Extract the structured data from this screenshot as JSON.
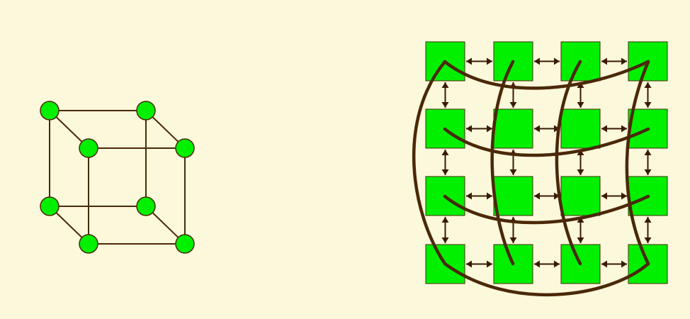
{
  "colors": {
    "background": "#FBF8DB",
    "node_fill": "#00F000",
    "node_stroke": "#4A2A0A",
    "edge": "#4A2A0A",
    "arrow": "#3A1A05",
    "curve": "#4A2808"
  },
  "cube": {
    "node_count": 8,
    "edge_count": 12
  },
  "mesh": {
    "rows": 4,
    "cols": 4,
    "horizontal_links": 12,
    "vertical_links": 12,
    "cell_shape": "square"
  }
}
